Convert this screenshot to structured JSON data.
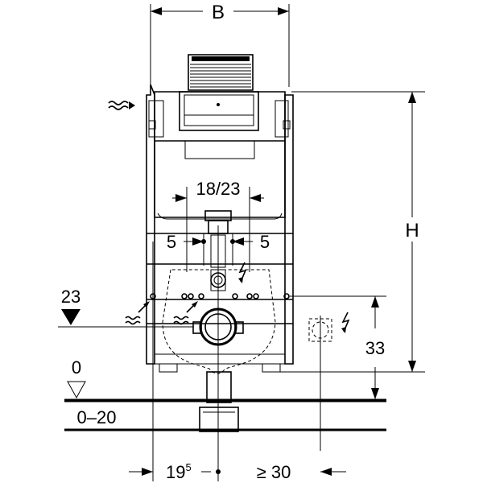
{
  "dimensions": {
    "width_label": "B",
    "height_label": "H",
    "center_spacing": "18/23",
    "offset_left": "5",
    "offset_right": "5",
    "drain_height": "23",
    "electric_height": "33",
    "floor_level": "0",
    "floor_range": "0–20",
    "side_offset_main": "19",
    "side_offset_sup": "5",
    "min_distance": "≥ 30"
  },
  "icons": {
    "water_supply": "water-waves-icon",
    "electric": "lightning-icon"
  }
}
